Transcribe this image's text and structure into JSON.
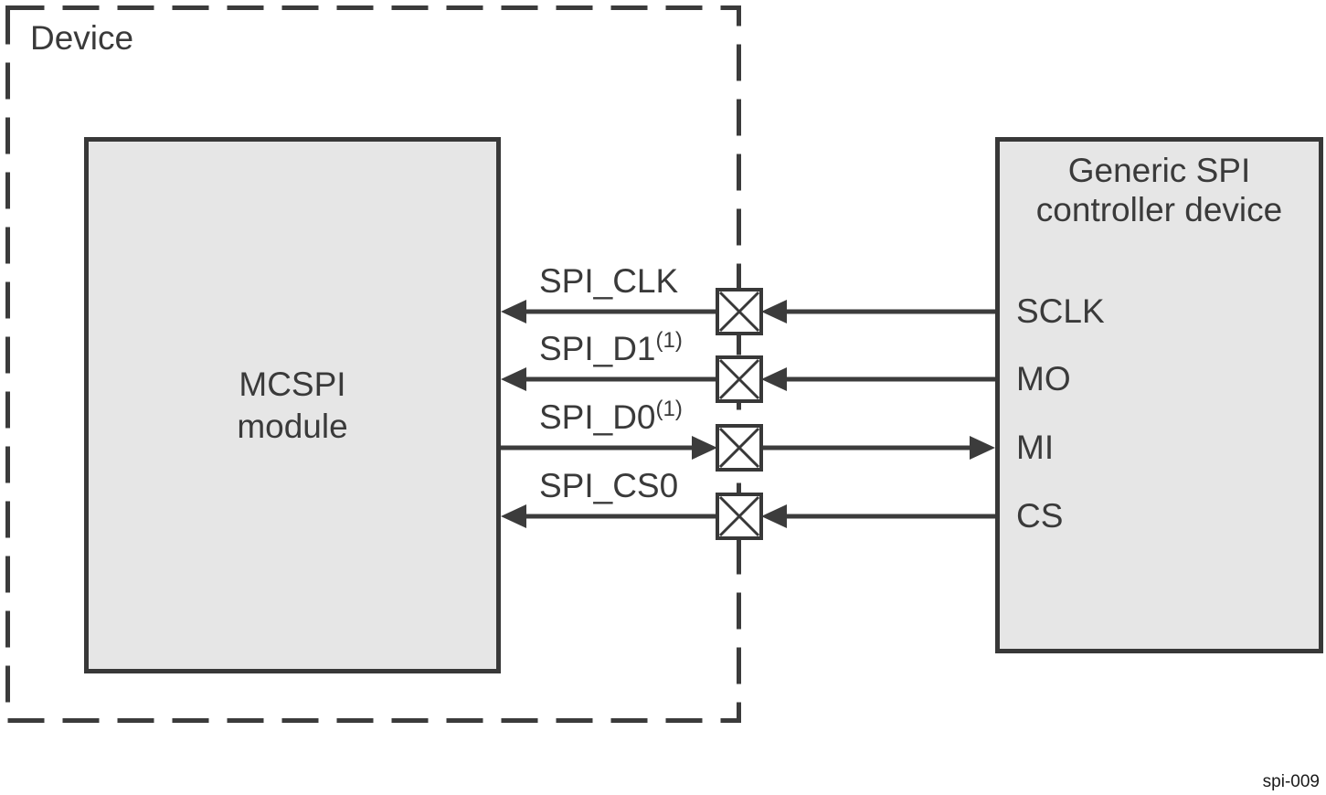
{
  "figure": {
    "id": "spi-009"
  },
  "device_boundary": {
    "label": "Device"
  },
  "mcspi_module": {
    "name_line1": "MCSPI",
    "name_line2": "module"
  },
  "controller": {
    "title_line1": "Generic SPI",
    "title_line2": "controller device",
    "ports": [
      {
        "label": "SCLK"
      },
      {
        "label": "MO"
      },
      {
        "label": "MI"
      },
      {
        "label": "CS"
      }
    ]
  },
  "signals": [
    {
      "label": "SPI_CLK",
      "superscript": "",
      "direction": "into-device",
      "connects_to": "SCLK"
    },
    {
      "label": "SPI_D1",
      "superscript": "(1)",
      "direction": "into-device",
      "connects_to": "MO"
    },
    {
      "label": "SPI_D0",
      "superscript": "(1)",
      "direction": "out-of-device",
      "connects_to": "MI"
    },
    {
      "label": "SPI_CS0",
      "superscript": "",
      "direction": "into-device",
      "connects_to": "CS"
    }
  ],
  "colors": {
    "background": "#ffffff",
    "line": "#3c3c3c",
    "box_fill": "#e6e6e6",
    "box_border": "#383838",
    "pad_fill": "#ffffff",
    "text": "#3a3a3a"
  }
}
